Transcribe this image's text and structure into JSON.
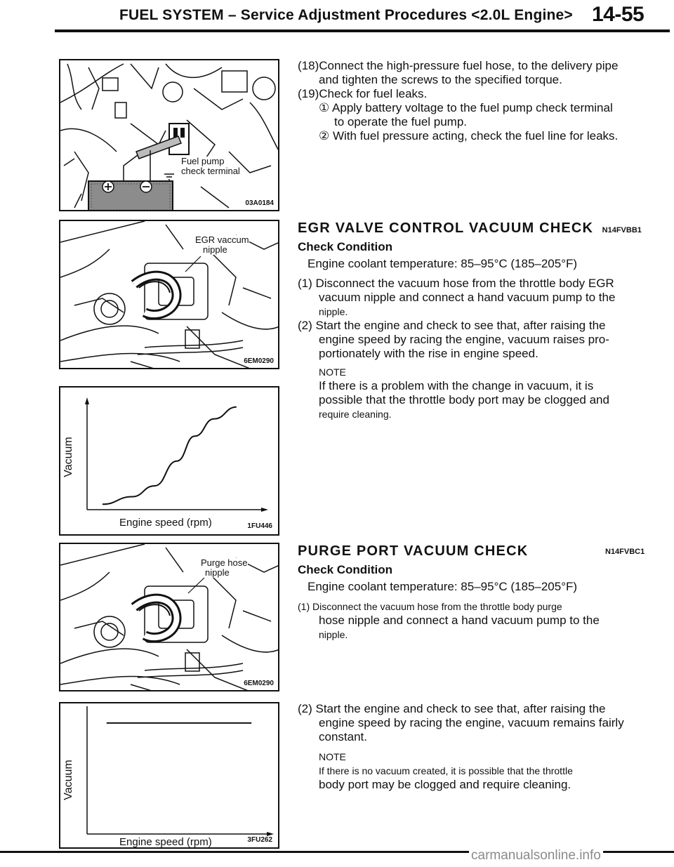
{
  "header": {
    "title": "FUEL SYSTEM – Service Adjustment Procedures <2.0L Engine>",
    "page_number": "14-55"
  },
  "figures": {
    "fig1": {
      "code": "03A0184",
      "label_line1": "Fuel pump",
      "label_line2": "check terminal"
    },
    "fig2": {
      "code": "6EM0290",
      "label_line1": "EGR vaccum",
      "label_line2": "nipple"
    },
    "chart1": {
      "code": "1FU446"
    },
    "fig3": {
      "code": "6EM0290",
      "label_line1": "Purge hose",
      "label_line2": "nipple"
    },
    "chart2": {
      "code": "3FU262"
    }
  },
  "chart_data": [
    {
      "type": "line",
      "title": "",
      "xlabel": "Engine speed (rpm)",
      "ylabel": "Vacuum",
      "trend": "rising",
      "x": [
        0.0,
        0.2,
        0.35,
        0.5,
        0.62,
        0.75,
        0.9
      ],
      "y": [
        0.05,
        0.12,
        0.22,
        0.45,
        0.68,
        0.84,
        0.95
      ]
    },
    {
      "type": "line",
      "title": "",
      "xlabel": "Engine speed (rpm)",
      "ylabel": "Vacuum",
      "trend": "constant",
      "x": [
        0.1,
        0.9
      ],
      "y": [
        0.85,
        0.85
      ]
    }
  ],
  "section_top": {
    "step18_a": "(18)Connect the high-pressure fuel hose, to the delivery pipe",
    "step18_b": "and tighten the screws to the specified torque.",
    "step19": "(19)Check for fuel leaks.",
    "sub1_a": "① Apply battery voltage to the fuel pump check terminal",
    "sub1_b": "to operate the fuel pump.",
    "sub2": "② With fuel pressure acting, check the fuel line for leaks."
  },
  "egr": {
    "heading": "EGR VALVE CONTROL VACUUM CHECK",
    "heading_code": "N14FVBB1",
    "check_condition": "Check Condition",
    "condition": "Engine coolant temperature: 85–95°C (185–205°F)",
    "step1_a": "(1) Disconnect the vacuum hose from the throttle body EGR",
    "step1_b": "vacuum nipple and connect a hand vacuum pump to the",
    "step1_c": "nipple.",
    "step2_a": "(2) Start the engine and check to see that, after raising the",
    "step2_b": "engine speed by racing the engine, vacuum raises pro-",
    "step2_c": "portionately with the rise in engine speed.",
    "note_label": "NOTE",
    "note_a": "If there is a problem with the change in vacuum, it is",
    "note_b": "possible that the throttle body port may be clogged and",
    "note_c": "require cleaning."
  },
  "purge": {
    "heading": "PURGE PORT VACUUM CHECK",
    "heading_code": "N14FVBC1",
    "check_condition": "Check Condition",
    "condition": "Engine coolant temperature: 85–95°C (185–205°F)",
    "step1_a": "(1) Disconnect the vacuum hose from the throttle body purge",
    "step1_b": "hose nipple and connect a hand vacuum pump to the",
    "step1_c": "nipple.",
    "step2_a": "(2) Start the engine and check to see that, after raising the",
    "step2_b": "engine speed by racing the engine, vacuum remains fairly",
    "step2_c": "constant.",
    "note_label": "NOTE",
    "note_a": "If there is no vacuum created, it is possible that the throttle",
    "note_b": "body port may be clogged and require cleaning."
  },
  "footer": {
    "watermark": "carmanualsonline.info"
  }
}
